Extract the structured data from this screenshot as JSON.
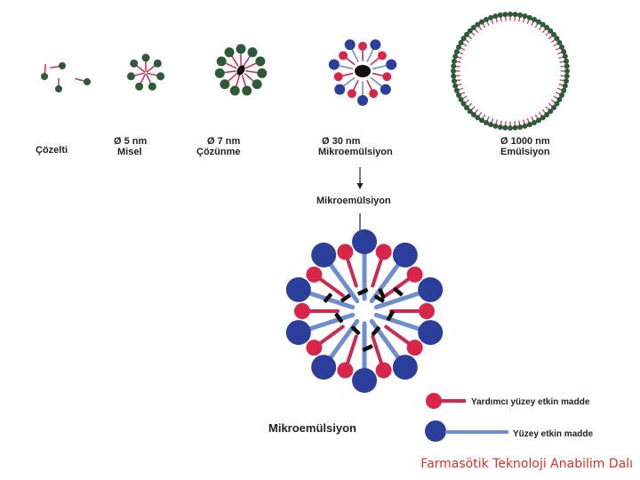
{
  "stages": [
    {
      "size": "",
      "name": "Çözelti"
    },
    {
      "size": "Ø 5 nm",
      "name": "Misel"
    },
    {
      "size": "Ø 7 nm",
      "name": "Çözünme"
    },
    {
      "size": "Ø 30 nm",
      "name": "Mikroemülsiyon"
    },
    {
      "size": "Ø 1000 nm",
      "name": "Emülsiyon"
    }
  ],
  "arrow_label": "Mikroemülsiyon",
  "detail_title": "Mikroemülsiyon",
  "legend": {
    "cosurfactant": "Yardımcı yüzey etkin madde",
    "surfactant": "Yüzey etkin madde"
  },
  "footer": "Farmasötik Teknoloji Anabilim Dalı",
  "colors": {
    "cosurfactant_head": "#d8254a",
    "cosurfactant_tail": "#cc2a52",
    "surfactant_head": "#2b3f9a",
    "surfactant_tail": "#6f8ed0",
    "small_head": "#2e5a3a",
    "oil_core": "#111111",
    "footer": "#e0302a"
  }
}
